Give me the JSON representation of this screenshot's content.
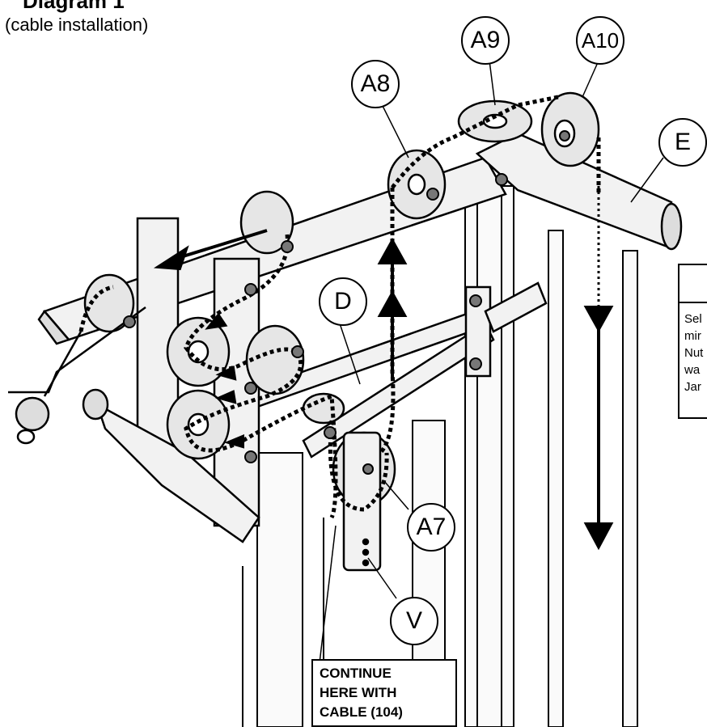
{
  "header": {
    "title": "Diagram 1",
    "subtitle": "(cable installation)"
  },
  "callouts": {
    "a9": "A9",
    "a10": "A10",
    "a8": "A8",
    "e": "E",
    "d": "D",
    "a7": "A7",
    "v": "V"
  },
  "continue_note": {
    "line1": "CONTINUE",
    "line2": "HERE WITH",
    "line3": "CABLE (104)"
  },
  "side_note": {
    "lines": [
      "Sel",
      "mir",
      "Nut",
      "wa",
      "Jar"
    ]
  },
  "colors": {
    "ink": "#000000",
    "frame_fill": "#f2f2f2",
    "pulley_fill": "#e6e6e6",
    "background": "#ffffff"
  }
}
